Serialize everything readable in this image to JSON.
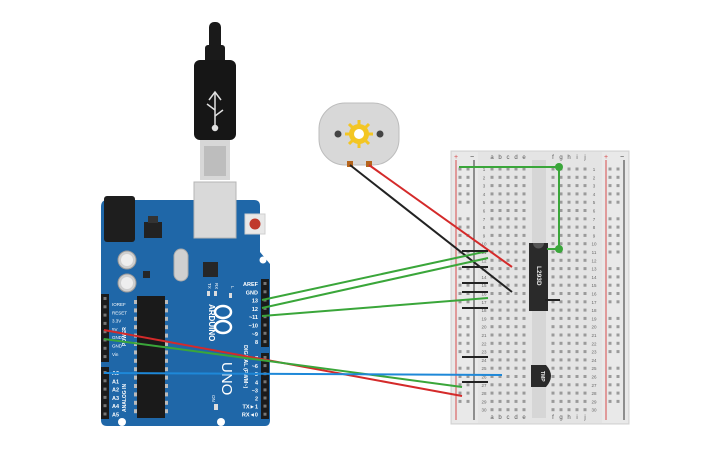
{
  "arduino": {
    "brand": "ARDUINO",
    "model": "UNO",
    "power_header_label": "POWER",
    "analog_header_label": "ANALOG IN",
    "digital_header_label": "DIGITAL (PWM~)",
    "on_label": "ON",
    "tx_label": "TX",
    "rx_label": "RX",
    "l_label": "L",
    "power_pins": [
      "IOREF",
      "RESET",
      "3.3V",
      "5V",
      "GND",
      "GND",
      "Vin"
    ],
    "analog_pins": [
      "A0",
      "A1",
      "A2",
      "A3",
      "A4",
      "A5"
    ],
    "digital_top": [
      "AREF",
      "GND",
      "13",
      "12",
      "~11",
      "~10",
      "~9",
      "8"
    ],
    "digital_bottom": [
      "7",
      "~6",
      "~5",
      "4",
      "~3",
      "2",
      "TX►1",
      "RX◄0"
    ]
  },
  "breadboard": {
    "column_letters_left": [
      "a",
      "b",
      "c",
      "d",
      "e"
    ],
    "column_letters_right": [
      "f",
      "g",
      "h",
      "i",
      "j"
    ],
    "rail_plus": "+",
    "rail_minus": "−",
    "row_numbers": [
      "1",
      "2",
      "3",
      "4",
      "5",
      "6",
      "7",
      "8",
      "9",
      "10",
      "11",
      "12",
      "13",
      "14",
      "15",
      "16",
      "17",
      "18",
      "19",
      "20",
      "21",
      "22",
      "23",
      "24",
      "25",
      "26",
      "27",
      "28",
      "29",
      "30"
    ]
  },
  "chips": {
    "driver_label": "L293D",
    "sensor_label": "TMP"
  },
  "wire_colors": {
    "red": "#d42a2a",
    "black": "#222222",
    "green": "#3aa63a",
    "blue": "#1e88d8"
  },
  "board_color": "#1f67a8"
}
